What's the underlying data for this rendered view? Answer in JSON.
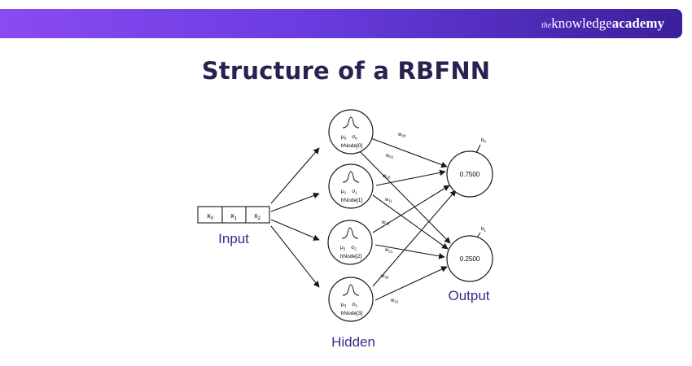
{
  "brand": {
    "prefix": "the",
    "main": "knowledge",
    "bold": "academy"
  },
  "title": "Structure of a RBFNN",
  "input": {
    "label": "Input",
    "cells": [
      "x",
      "x",
      "x"
    ],
    "cell_subs": [
      "0",
      "1",
      "2"
    ]
  },
  "hidden": {
    "label": "Hidden",
    "nodes": [
      {
        "mu": "μ",
        "mu_sub": "0",
        "sigma": "σ",
        "sigma_sub": "0",
        "name": "hNode[0]"
      },
      {
        "mu": "μ",
        "mu_sub": "1",
        "sigma": "σ",
        "sigma_sub": "1",
        "name": "hNode[1]"
      },
      {
        "mu": "μ",
        "mu_sub": "2",
        "sigma": "σ",
        "sigma_sub": "2",
        "name": "hNode[2]"
      },
      {
        "mu": "μ",
        "mu_sub": "3",
        "sigma": "σ",
        "sigma_sub": "3",
        "name": "hNode[3]"
      }
    ]
  },
  "output": {
    "label": "Output",
    "nodes": [
      {
        "value": "0.7500",
        "bias": "b",
        "bias_sub": "0"
      },
      {
        "value": "0.2500",
        "bias": "b",
        "bias_sub": "1"
      }
    ]
  },
  "weights": [
    {
      "base": "w",
      "sub": "00"
    },
    {
      "base": "w",
      "sub": "01"
    },
    {
      "base": "w",
      "sub": "10"
    },
    {
      "base": "w",
      "sub": "11"
    },
    {
      "base": "w",
      "sub": "20"
    },
    {
      "base": "w",
      "sub": "21"
    },
    {
      "base": "w",
      "sub": "30"
    },
    {
      "base": "w",
      "sub": "31"
    }
  ],
  "colors": {
    "banner_start": "#8a4bf2",
    "banner_end": "#3b1f9c",
    "title": "#2a2150",
    "labels": "#3a2a8c"
  }
}
